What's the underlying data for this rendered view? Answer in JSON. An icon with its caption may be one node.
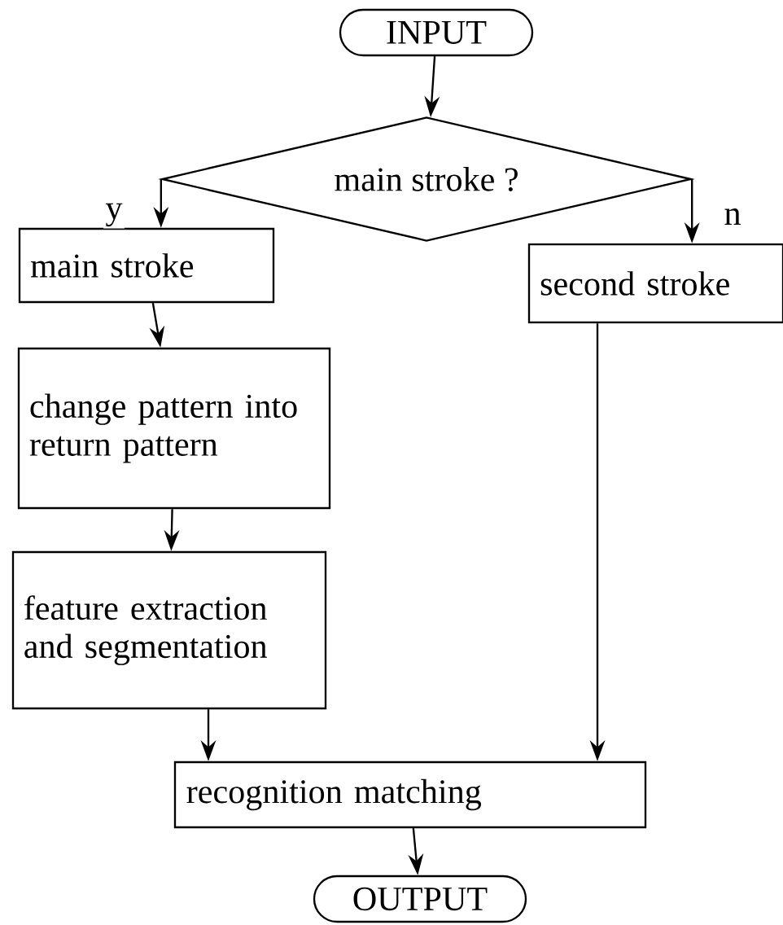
{
  "diagram": {
    "nodes": [
      {
        "text": [
          "INPUT"
        ]
      },
      {
        "text": [
          "main stroke ?"
        ]
      },
      {
        "text": [
          "main stroke"
        ]
      },
      {
        "text": [
          "second stroke"
        ]
      },
      {
        "text": [
          "change pattern into return pattern"
        ]
      },
      {
        "text": [
          "feature extraction and segmentation"
        ]
      },
      {
        "text": [
          "recognition matching"
        ]
      },
      {
        "text": [
          "OUTPUT"
        ]
      }
    ],
    "edges": [
      {
        "from": 0,
        "to": 1,
        "arrow": "to"
      },
      {
        "from": 1,
        "to": 2,
        "arrow": "to",
        "label": "y"
      },
      {
        "from": 1,
        "to": 3,
        "arrow": "to",
        "label": "n"
      },
      {
        "from": 2,
        "to": 4,
        "arrow": "to"
      },
      {
        "from": 4,
        "to": 5,
        "arrow": "to"
      },
      {
        "from": 5,
        "to": 6,
        "arrow": "to"
      },
      {
        "from": 3,
        "to": 6,
        "arrow": "to"
      },
      {
        "from": 6,
        "to": 7,
        "arrow": "to"
      }
    ]
  }
}
